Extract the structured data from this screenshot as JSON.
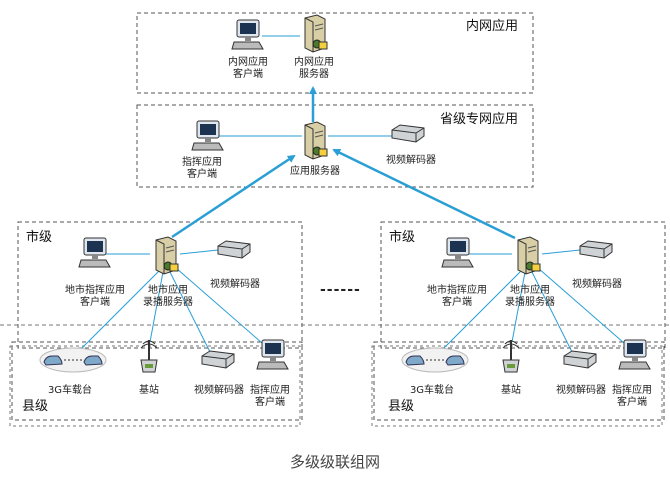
{
  "zones": {
    "intranet": "内网应用",
    "province": "省级专网应用",
    "city_left": "市级",
    "city_right": "市级",
    "county_left": "县级",
    "county_right": "县级"
  },
  "intranet": {
    "client_label": "内网应用\n客户端",
    "server_label": "内网应用\n服务器"
  },
  "province": {
    "client_label": "指挥应用\n客户端",
    "server_label": "应用服务器",
    "decoder_label": "视频解码器"
  },
  "city_left": {
    "client_label": "地市指挥应用\n客户端",
    "server_label": "地市应用\n录播服务器",
    "decoder_label": "视频解码器"
  },
  "city_right": {
    "client_label": "地市指挥应用\n客户端",
    "server_label": "地市应用\n录播服务器",
    "decoder_label": "视频解码器"
  },
  "county_left": {
    "vehicle_label": "3G车载台",
    "station_label": "基站",
    "decoder_label": "视频解码器",
    "client_label": "指挥应用\n客户端"
  },
  "county_right": {
    "vehicle_label": "3G车载台",
    "station_label": "基站",
    "decoder_label": "视频解码器",
    "client_label": "指挥应用\n客户端"
  },
  "ellipsis": "------",
  "caption": "多级级联组网",
  "colors": {
    "link": "#2a9fd6",
    "border": "#555555"
  }
}
